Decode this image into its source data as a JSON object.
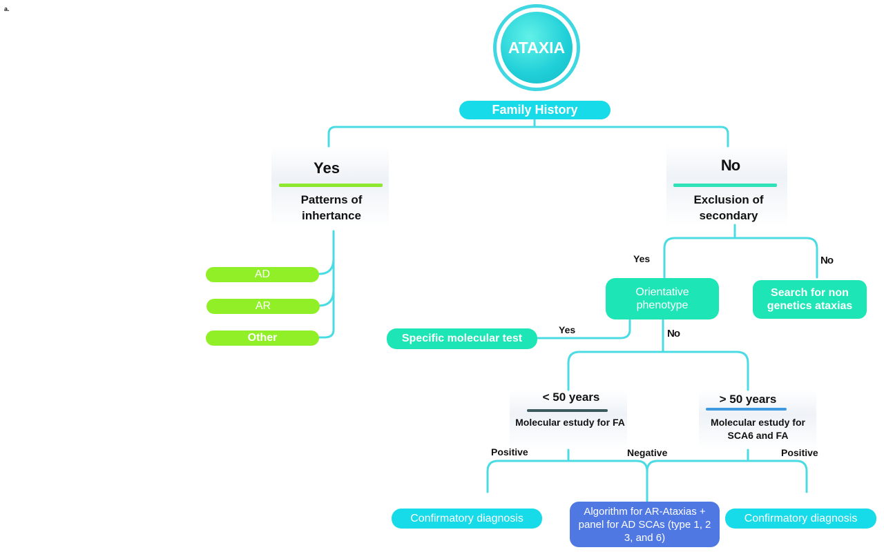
{
  "panel_label": "a.",
  "root": {
    "label": "ATAXIA"
  },
  "family_history": {
    "label": "Family History"
  },
  "yes_branch": {
    "answer": "Yes",
    "heading": "Patterns of inhertance",
    "options": [
      "AD",
      "AR",
      "Other"
    ]
  },
  "no_branch": {
    "answer": "No",
    "heading": "Exclusion of secondary",
    "yes_label": "Yes",
    "no_label": "No",
    "orientative": "Orientative phenotype",
    "search": "Search for non genetics ataxias",
    "specific_yes_label": "Yes",
    "specific_test": "Specific molecular test",
    "orientative_no_label": "No"
  },
  "age_split": {
    "under": {
      "label": "< 50 years",
      "study": "Molecular estudy for FA"
    },
    "over": {
      "label": "> 50 years",
      "study": "Molecular estudy for SCA6 and FA"
    }
  },
  "outcomes": {
    "positive_left": "Positive",
    "negative": "Negative",
    "positive_right": "Positive",
    "confirm_left": "Confirmatory diagnosis",
    "algorithm": "Algorithm for AR-Ataxias + panel for AD SCAs (type 1, 2 3, and 6)",
    "confirm_right": "Confirmatory diagnosis"
  },
  "colors": {
    "cyan": "#17dbe9",
    "green": "#91ef27",
    "teal": "#1ee5b6",
    "blue": "#4f78e3",
    "dark_bar": "#3c5a5e",
    "blue_bar": "#3d9ae0"
  }
}
